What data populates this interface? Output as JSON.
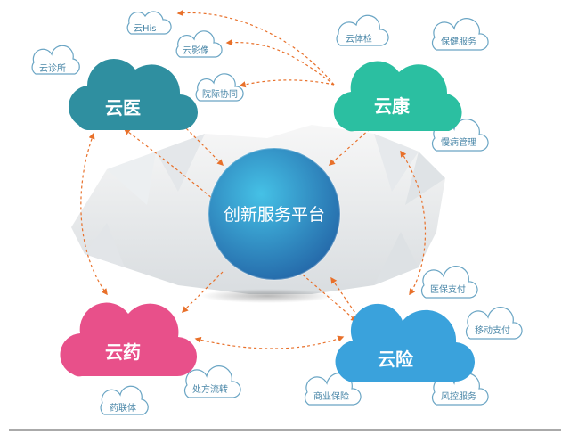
{
  "hub": {
    "label": "创新服务平台"
  },
  "clouds": {
    "yunyi": {
      "label": "云医",
      "color": "#2f8fa0",
      "services": [
        "云His",
        "云影像",
        "云诊所",
        "院际协同"
      ]
    },
    "yunkang": {
      "label": "云康",
      "color": "#2bbfa1",
      "services": [
        "云体检",
        "保健服务",
        "慢病管理"
      ]
    },
    "yunyao": {
      "label": "云药",
      "color": "#e8508a",
      "services": [
        "药联体",
        "处方流转"
      ]
    },
    "yunxian": {
      "label": "云险",
      "color": "#3aa2dc",
      "services": [
        "医保支付",
        "移动支付",
        "风控服务",
        "商业保险"
      ]
    }
  },
  "colors": {
    "arrow": "#e8702a",
    "hub_from": "#3cb7e0",
    "hub_to": "#2a6fb4"
  }
}
